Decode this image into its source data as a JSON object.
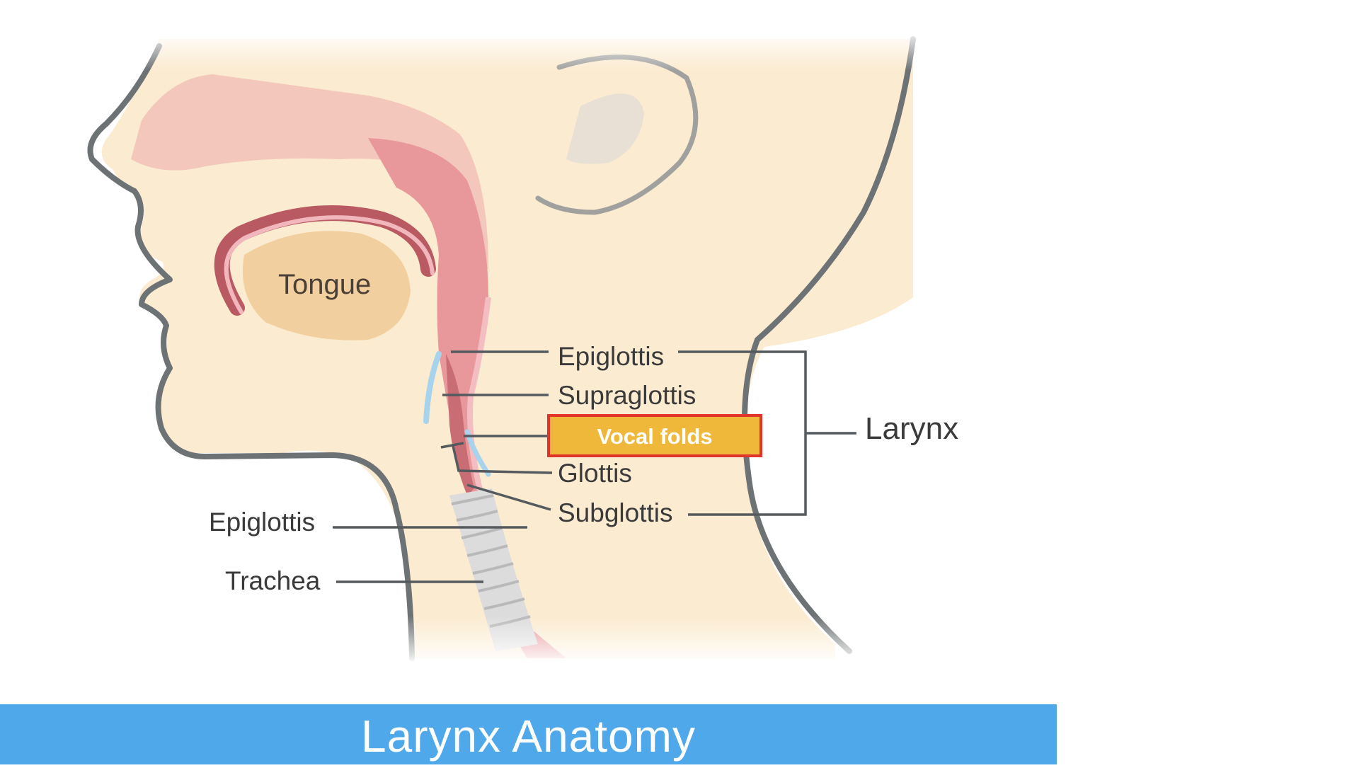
{
  "title": "Larynx Anatomy",
  "labels": {
    "tongue": "Tongue",
    "epiglottis_right": "Epiglottis",
    "supraglottis": "Supraglottis",
    "vocal_folds": "Vocal folds",
    "glottis": "Glottis",
    "subglottis": "Subglottis",
    "larynx": "Larynx",
    "epiglottis_left": "Epiglottis",
    "trachea": "Trachea"
  },
  "colors": {
    "skin": "#fbebd0",
    "outline": "#6d7275",
    "airway": "#e58a8e",
    "tongue": "#f2cf9e",
    "highlight_fill": "#efb83a",
    "highlight_border": "#e0352b",
    "banner": "#4ea8ea"
  }
}
